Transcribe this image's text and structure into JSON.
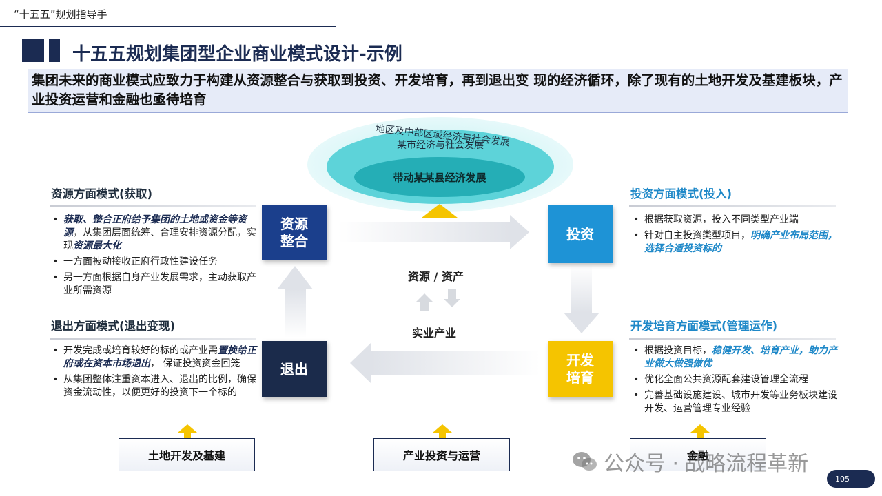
{
  "header": {
    "title": "“十五五”规划指导手"
  },
  "main_title": "十五五规划集团型企业商业模式设计-示例",
  "summary": "集团未来的商业模式应致力于构建从资源整合与获取到投资、开发培育，再到退出变 现的经济循环，除了现有的土地开发及基建板块，产业投资运营和金融也亟待培育",
  "ellipse": {
    "outer": "地区及中部区域经济与社会发展",
    "middle": "某市经济与社会发展",
    "inner": "带动某某县经济发展"
  },
  "sections": {
    "resource": {
      "title": "资源方面模式(获取)",
      "b1_em": "获取、整合正府给予集团的土地或资金等资源",
      "b1_a": "，从集团层面统筹、合理安排资源分配，实现",
      "b1_em2": "资源最大化",
      "b2": "一方面被动接收正府行政性建设任务",
      "b3": "另一方面根据自身产业发展需求，主动获取产业所需资源"
    },
    "exit": {
      "title": "退出方面模式(退出变现)",
      "b1_a": "开发完成或培育较好的标的或产业需",
      "b1_em": "置换给正府或在资本市场退出",
      "b1_b": "， 保证投资资金回笼",
      "b2": "从集团整体注重资本进入、退出的比例，确保资金流动性，以便更好的投资下一个标的"
    },
    "invest": {
      "title": "投资方面模式(投入)",
      "b1": "根据获取资源，投入不同类型产业端",
      "b2_a": "针对自主投资类型项目，",
      "b2_em": "明确产业布局范围， 选择合适投资标的"
    },
    "develop": {
      "title": "开发培育方面模式(管理运作)",
      "b1_a": "根据投资目标，",
      "b1_em": "稳健开发、培育产业，助力产业做大做强做优",
      "b2": "优化全面公共资源配套建设管理全流程",
      "b3": "完善基础设施建设、城市开发等业务板块建设开发、运营管理专业经验"
    }
  },
  "boxes": {
    "resource": "资源\n整合",
    "invest": "投资",
    "exit": "退出",
    "develop": "开发\n培育"
  },
  "center": {
    "top": "资源 / 资产",
    "bottom": "实业产业"
  },
  "bottom": {
    "land": "土地开发及基建",
    "industry": "产业投资与运营",
    "finance": "金融"
  },
  "page_number": "105",
  "watermark": {
    "prefix": "公众号 ·",
    "name": "战略流程革新"
  },
  "colors": {
    "navy": "#1b2b52",
    "blue": "#1e93d6",
    "yellow": "#f5c400",
    "teal": "#25aeb6"
  }
}
